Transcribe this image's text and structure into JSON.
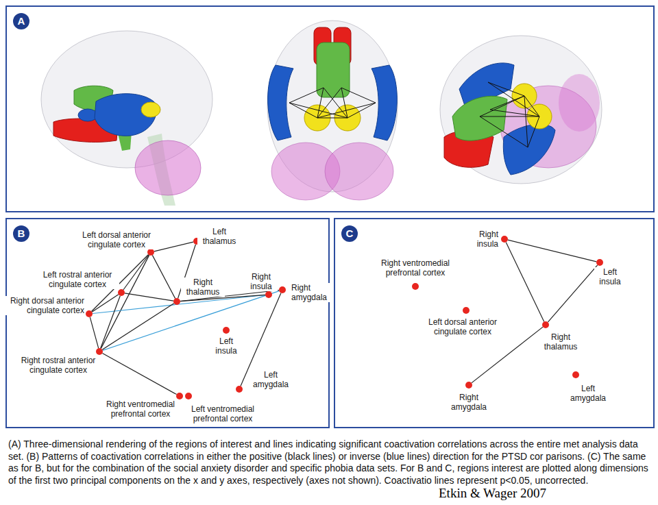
{
  "diagram": {
    "caption": "(A) Three-dimensional rendering of the regions of interest and lines indicating significant coactivation correlations across the entire met analysis data set. (B) Patterns of coactivation correlations in either the positive (black lines) or inverse (blue lines) direction for the PTSD cor parisons. (C) The same as for B, but for the combination of the social anxiety disorder and specific phobia data sets. For B and C, regions interest are plotted along dimensions of the first two principal components on the x and y axes, respectively (axes not shown). Coactivatio lines represent p<0.05, uncorrected.",
    "nodes": [
      {
        "text": [
          "A"
        ]
      },
      {
        "text": [
          "B"
        ]
      },
      {
        "text": [
          "Left dorsal anterior cingulate cortex"
        ],
        "in": 1
      },
      {
        "text": [
          "Left thalamus"
        ],
        "in": 1
      },
      {
        "text": [
          "Left rostral anterior cingulate cortex"
        ],
        "in": 1
      },
      {
        "text": [
          "Right thalamus"
        ],
        "in": 1
      },
      {
        "text": [
          "Right insula"
        ],
        "in": 1
      },
      {
        "text": [
          "Right amygdala"
        ],
        "in": 1
      },
      {
        "text": [
          "Right dorsal anterior cingulate cortex"
        ],
        "in": 1
      },
      {
        "text": [
          "Left insula"
        ],
        "in": 1
      },
      {
        "text": [
          "Right rostral anterior cingulate cortex"
        ],
        "in": 1
      },
      {
        "text": [
          "Left amygdala"
        ],
        "in": 1
      },
      {
        "text": [
          "Right ventromedial prefrontal cortex"
        ],
        "in": 1
      },
      {
        "text": [
          "Left ventromedial prefrontal cortex"
        ],
        "in": 1
      },
      {
        "text": [
          "C"
        ]
      },
      {
        "text": [
          "Right insula"
        ],
        "in": 14
      },
      {
        "text": [
          "Right ventromedial prefrontal cortex"
        ],
        "in": 14
      },
      {
        "text": [
          "Left insula"
        ],
        "in": 14
      },
      {
        "text": [
          "Left dorsal anterior cingulate cortex"
        ],
        "in": 14
      },
      {
        "text": [
          "Right thalamus"
        ],
        "in": 14
      },
      {
        "text": [
          "Right amygdala"
        ],
        "in": 14
      },
      {
        "text": [
          "Left amygdala"
        ],
        "in": 14
      }
    ],
    "edges": [
      {
        "from": 2,
        "to": 3,
        "arrow": "none"
      },
      {
        "from": 2,
        "to": 5,
        "arrow": "none"
      },
      {
        "from": 2,
        "to": 4,
        "arrow": "none"
      },
      {
        "from": 2,
        "to": 8,
        "arrow": "none"
      },
      {
        "from": 2,
        "to": 10,
        "arrow": "none"
      },
      {
        "from": 3,
        "to": 5,
        "arrow": "none"
      },
      {
        "from": 8,
        "to": 4,
        "arrow": "none"
      },
      {
        "from": 8,
        "to": 10,
        "arrow": "none"
      },
      {
        "from": 8,
        "to": 6,
        "arrow": "none"
      },
      {
        "from": 10,
        "to": 7,
        "arrow": "none"
      },
      {
        "from": 4,
        "to": 5,
        "arrow": "none"
      },
      {
        "from": 4,
        "to": 10,
        "arrow": "none"
      },
      {
        "from": 5,
        "to": 6,
        "arrow": "none"
      },
      {
        "from": 5,
        "to": 7,
        "arrow": "none"
      },
      {
        "from": 10,
        "to": 5,
        "arrow": "none"
      },
      {
        "from": 10,
        "to": 12,
        "arrow": "none"
      },
      {
        "from": 7,
        "to": 11,
        "arrow": "none"
      },
      {
        "from": 15,
        "to": 17,
        "arrow": "none"
      },
      {
        "from": 15,
        "to": 19,
        "arrow": "none"
      },
      {
        "from": 17,
        "to": 19,
        "arrow": "none"
      },
      {
        "from": 19,
        "to": 20,
        "arrow": "none"
      }
    ],
    "labels": [
      "Etkin & Wager 2007"
    ]
  }
}
